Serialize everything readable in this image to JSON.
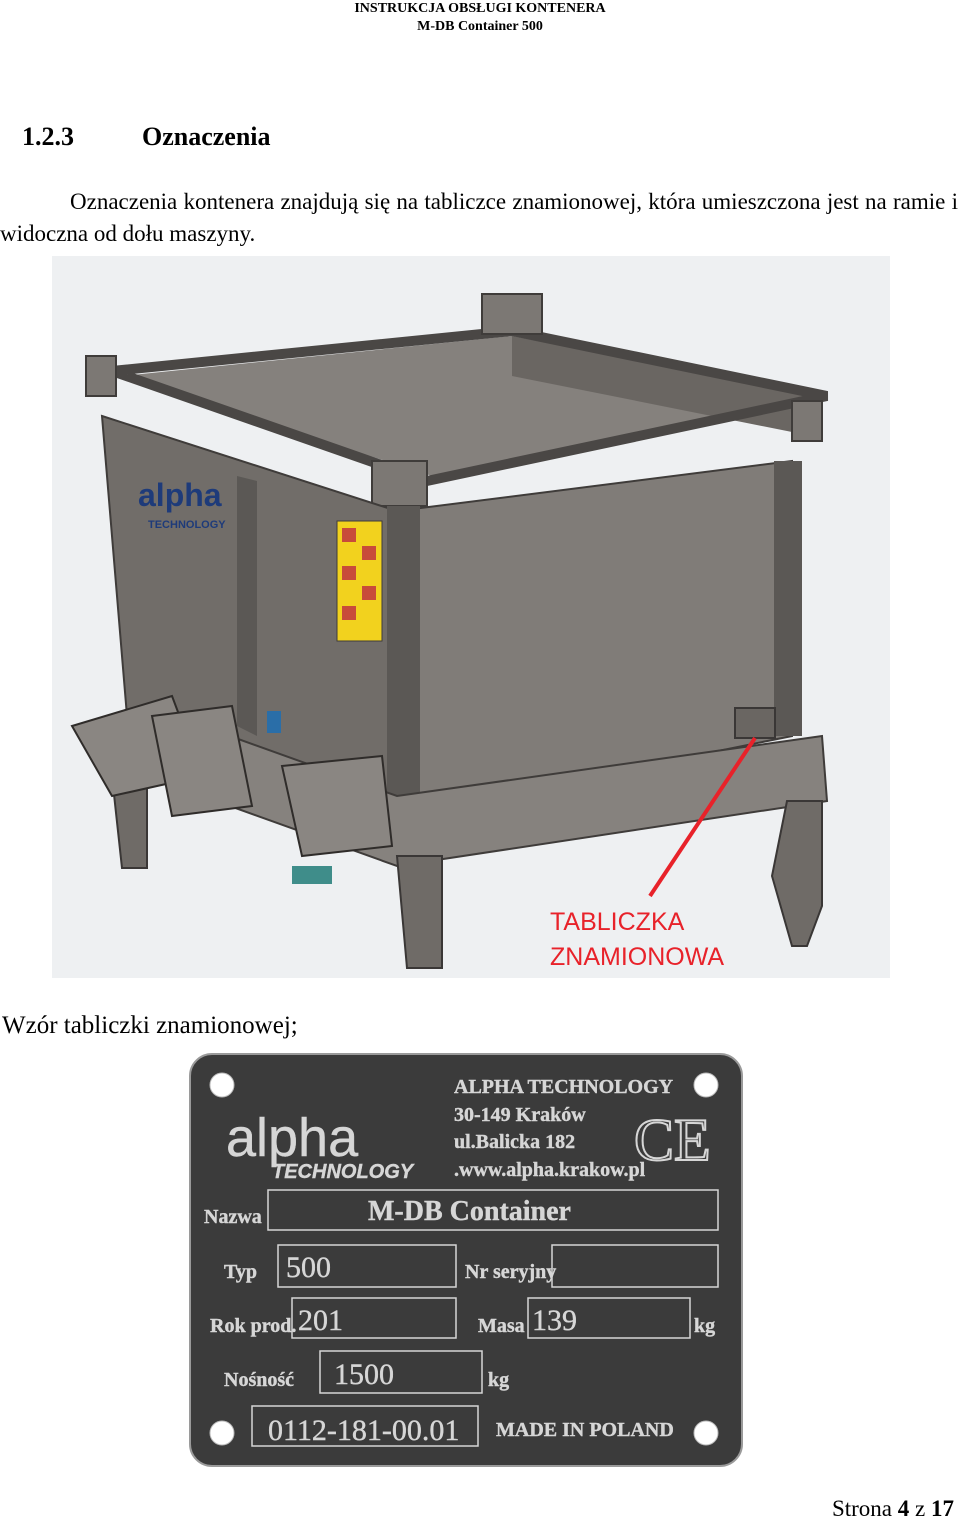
{
  "header": {
    "line1": "INSTRUKCJA OBSŁUGI KONTENERA",
    "line2": "M-DB Container 500"
  },
  "section": {
    "number": "1.2.3",
    "title": "Oznaczenia"
  },
  "intro_text": "Oznaczenia kontenera znajdują się na tabliczce znamionowej, która umieszczona jest na ramie i widoczna od dołu maszyny.",
  "figure1": {
    "logo_main": "alpha",
    "logo_sub": "TECHNOLOGY",
    "callout_line1": "TABLICZKA",
    "callout_line2": "ZNAMIONOWA",
    "callout_color": "#e8222a",
    "body_color": "#6f6b67"
  },
  "caption": "Wzór tabliczki znamionowej;",
  "plate": {
    "logo_main": "alpha",
    "logo_sub": "TECHNOLOGY",
    "company": "ALPHA TECHNOLOGY",
    "postal": "30-149 Kraków",
    "street": "ul.Balicka 182",
    "www": ".www.alpha.krakow.pl",
    "ce_mark": "CE",
    "name_label": "Nazwa",
    "name_value": "M-DB Container",
    "type_label": "Typ",
    "type_value": "500",
    "serial_label": "Nr seryjny",
    "serial_value": "",
    "year_label": "Rok prod.",
    "year_value": "201",
    "mass_label": "Masa",
    "mass_value": "139",
    "mass_unit": "kg",
    "load_label": "Nośność",
    "load_value": "1500",
    "load_unit": "kg",
    "code": "0112-181-00.01",
    "made_in": "MADE IN POLAND",
    "plate_color": "#3b3b3b",
    "text_color": "#d6d6d6"
  },
  "footer": {
    "prefix": "Strona",
    "page": "4",
    "sep": "z",
    "total": "17"
  }
}
